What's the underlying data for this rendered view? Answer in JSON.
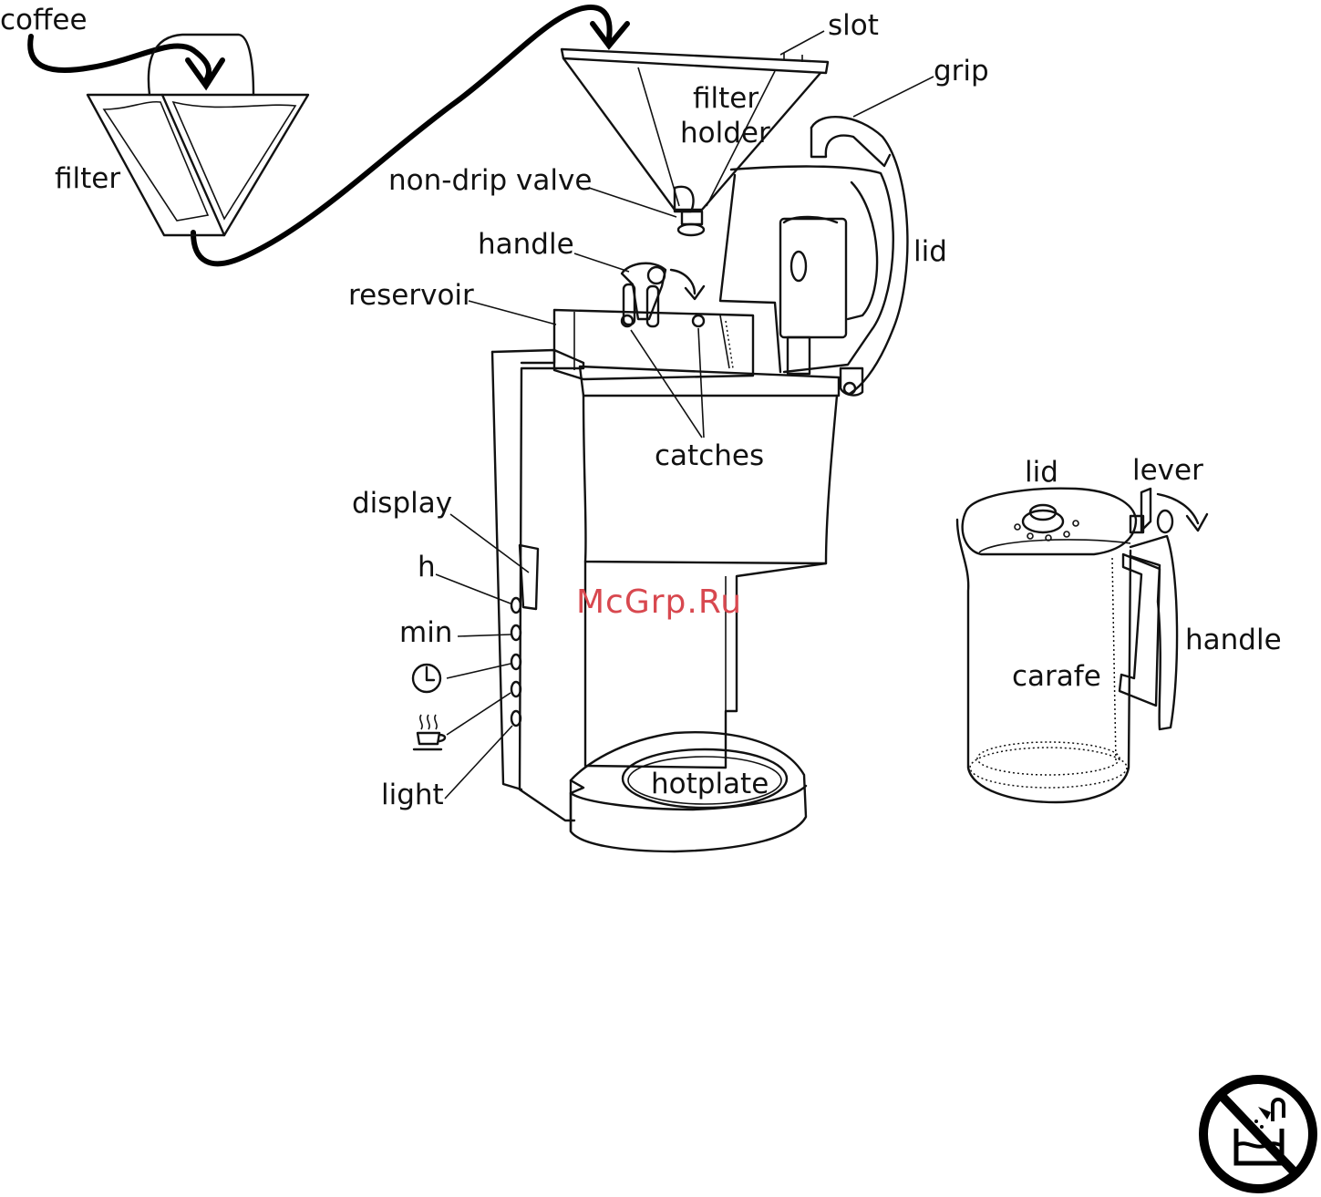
{
  "labels": {
    "coffee": "coffee",
    "filter": "filter",
    "slot": "slot",
    "filter_holder_line1": "filter",
    "filter_holder_line2": "holder",
    "grip": "grip",
    "non_drip_valve": "non-drip valve",
    "lid_machine": "lid",
    "handle_machine": "handle",
    "reservoir": "reservoir",
    "catches": "catches",
    "display": "display",
    "h": "h",
    "min": "min",
    "light": "light",
    "hotplate": "hotplate",
    "lid_carafe": "lid",
    "lever": "lever",
    "handle_carafe": "handle",
    "carafe": "carafe"
  },
  "watermark": "McGrp.Ru",
  "icons": [
    "clock-icon",
    "coffee-cup-icon",
    "no-immersion-icon"
  ],
  "colors": {
    "line": "#111111",
    "watermark": "#d8484f",
    "background": "#ffffff"
  }
}
